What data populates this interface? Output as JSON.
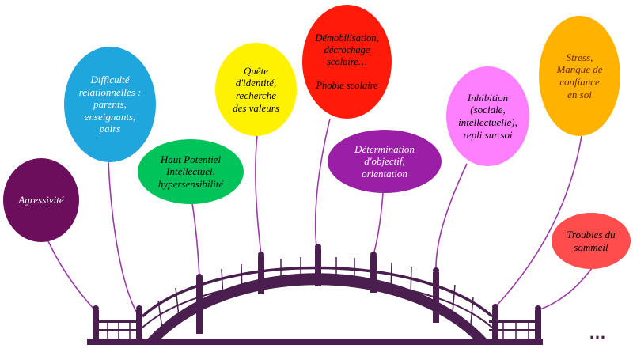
{
  "bubbles": [
    {
      "id": "agressivite",
      "label": "Agressivité",
      "fill": "#6b0f5c",
      "text_color": "#ffffff"
    },
    {
      "id": "difficulte",
      "label": "Difficulté\nrelationnelles :\nparents,\nenseignants,\npairs",
      "fill": "#1fa6dc",
      "text_color": "#ffffff"
    },
    {
      "id": "haut",
      "label": "Haut Potentiel\nIntellectuel,\nhypersensibilité",
      "fill": "#00c45a",
      "text_color": "#000000"
    },
    {
      "id": "quete",
      "label": "Quête\nd'identité,\nrecherche\ndes valeurs",
      "fill": "#fff200",
      "text_color": "#000000"
    },
    {
      "id": "demob",
      "label": "Démobilisation,\ndécrochage\nscolaire…\n\nPhobie scolaire",
      "fill": "#ff1a0a",
      "text_color": "#000000"
    },
    {
      "id": "determination",
      "label": "Détermination\nd'objectif,\norientation",
      "fill": "#9b1ea6",
      "text_color": "#ffffff"
    },
    {
      "id": "inhibition",
      "label": "Inhibition\n(sociale,\nintellectuelle),\nrepli sur soi",
      "fill": "#ff80ff",
      "text_color": "#000000"
    },
    {
      "id": "stress",
      "label": "Stress,\nManque de\nconfiance\nen soi",
      "fill": "#ffb300",
      "text_color": "#6b2a00"
    },
    {
      "id": "troubles",
      "label": "Troubles du\nsommeil",
      "fill": "#ff4d4d",
      "text_color": "#000000"
    }
  ],
  "ellipsis": "…",
  "colors": {
    "bridge": "#4a1f4f",
    "string": "#9b3aa8"
  }
}
